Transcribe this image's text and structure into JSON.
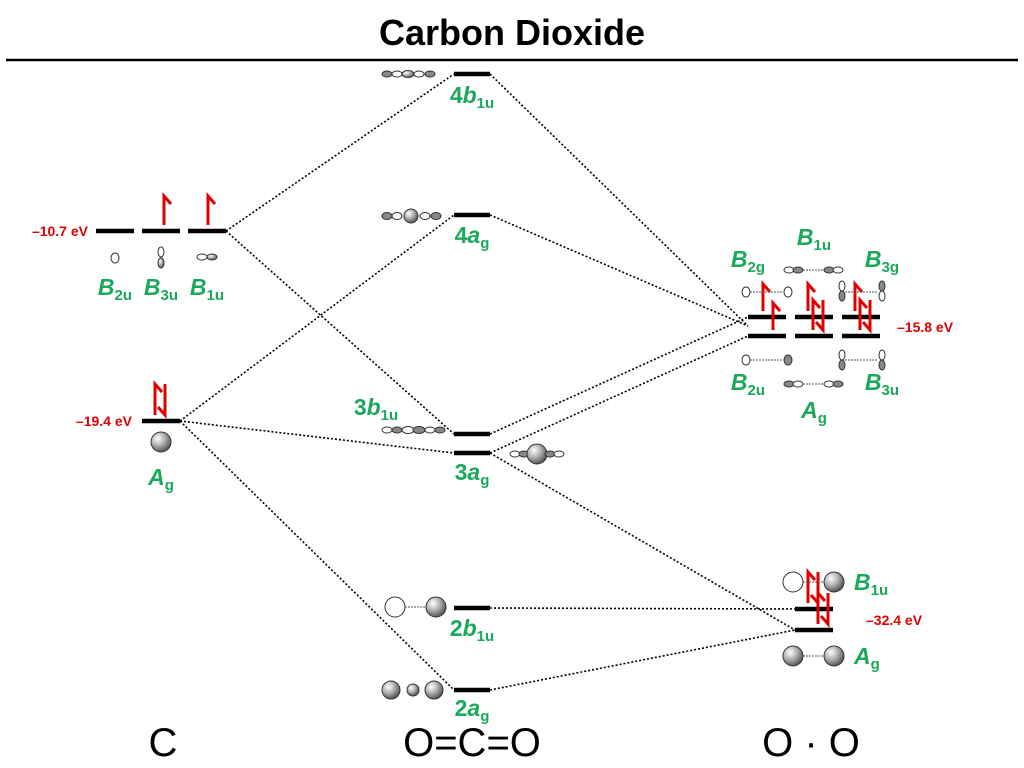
{
  "title": "Carbon Dioxide",
  "colors": {
    "level": "#000000",
    "label": "#1aa85a",
    "energy": "#e00000",
    "electron": "#e00000",
    "correlation_line": "#000000"
  },
  "columns": {
    "left": "C",
    "middle": "O=C=O",
    "right": "O · O"
  },
  "energies": {
    "c_2p": "–10.7 eV",
    "c_2s": "–19.4 eV",
    "o_2p": "–15.8 eV",
    "o_2s": "–32.4 eV"
  },
  "labels": {
    "c_b2u": {
      "main": "B",
      "sub": "2u"
    },
    "c_b3u": {
      "main": "B",
      "sub": "3u"
    },
    "c_b1u": {
      "main": "B",
      "sub": "1u"
    },
    "c_ag": {
      "main": "A",
      "sub": "g"
    },
    "m_4b1u": {
      "pre": "4",
      "main": "b",
      "sub": "1u"
    },
    "m_4ag": {
      "pre": "4",
      "main": "a",
      "sub": "g"
    },
    "m_3b1u": {
      "pre": "3",
      "main": "b",
      "sub": "1u"
    },
    "m_3ag": {
      "pre": "3",
      "main": "a",
      "sub": "g"
    },
    "m_2b1u": {
      "pre": "2",
      "main": "b",
      "sub": "1u"
    },
    "m_2ag": {
      "pre": "2",
      "main": "a",
      "sub": "g"
    },
    "o_b1u_top": {
      "main": "B",
      "sub": "1u"
    },
    "o_b2g": {
      "main": "B",
      "sub": "2g"
    },
    "o_b3g": {
      "main": "B",
      "sub": "3g"
    },
    "o_b2u": {
      "main": "B",
      "sub": "2u"
    },
    "o_ag_p": {
      "main": "A",
      "sub": "g"
    },
    "o_b3u": {
      "main": "B",
      "sub": "3u"
    },
    "o_b1u_low": {
      "main": "B",
      "sub": "1u"
    },
    "o_ag_s": {
      "main": "A",
      "sub": "g"
    }
  }
}
